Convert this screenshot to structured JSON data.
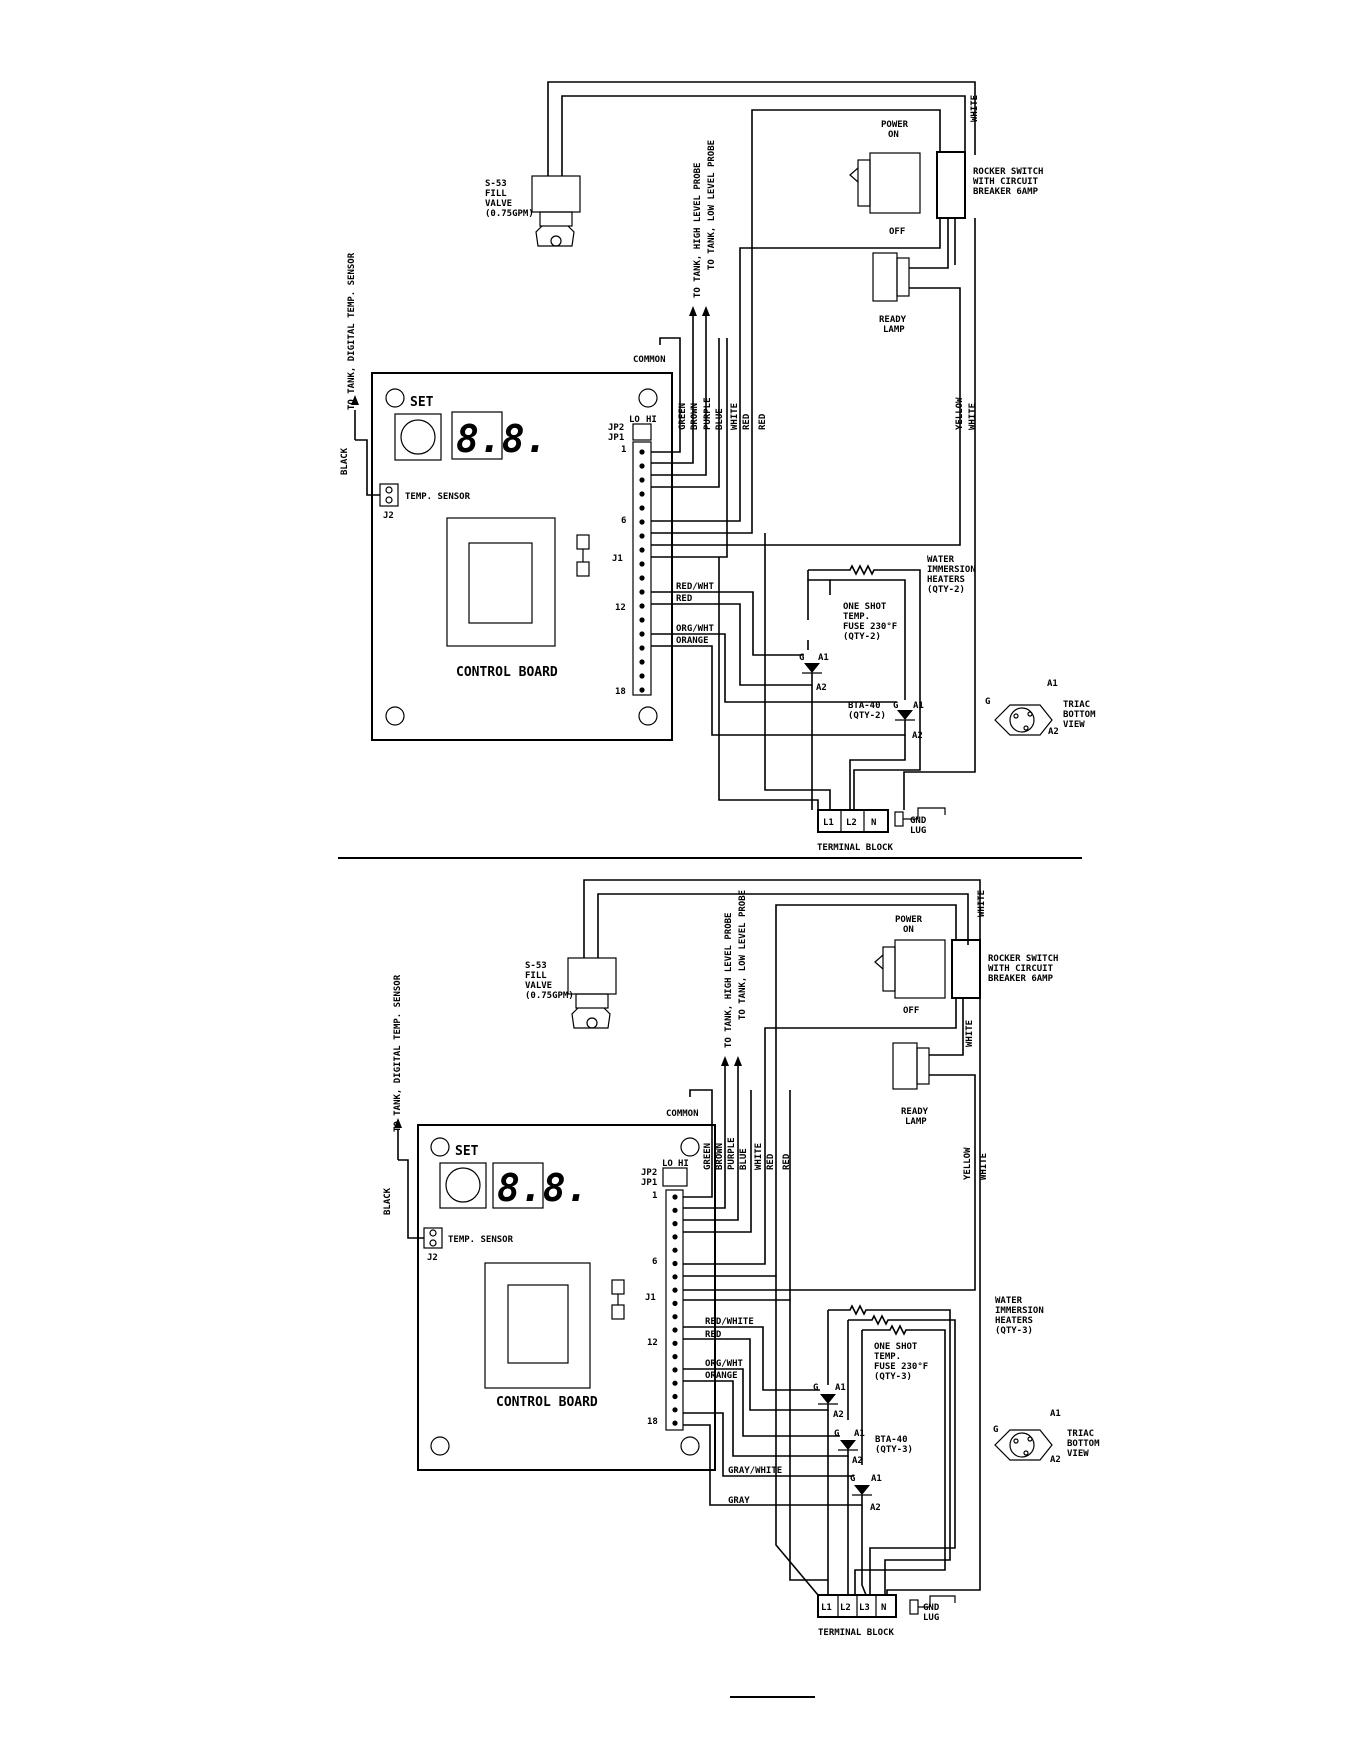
{
  "diagram_top": {
    "common": "COMMON",
    "probe_high": "TO TANK, HIGH LEVEL PROBE",
    "probe_low": "TO TANK, LOW LEVEL PROBE",
    "sensor_wire": "TO TANK, DIGITAL TEMP. SENSOR",
    "black": "BLACK",
    "fill_valve": [
      "S-53",
      "FILL",
      "VALVE",
      "(0.75GPM)"
    ],
    "power_on": [
      "POWER",
      "ON"
    ],
    "off": "OFF",
    "rocker": [
      "ROCKER SWITCH",
      "WITH CIRCUIT",
      "BREAKER 6AMP"
    ],
    "ready_lamp": [
      "READY",
      "LAMP"
    ],
    "white": "WHITE",
    "yellow": "YELLOW",
    "set": "SET",
    "jp2": "JP2",
    "jp1": "JP1",
    "lo": "LO",
    "hi": "HI",
    "pin1": "1",
    "pin6": "6",
    "pin12": "12",
    "pin18": "18",
    "j1": "J1",
    "j2": "J2",
    "temp_sensor": "TEMP. SENSOR",
    "control_board": "CONTROL BOARD",
    "board_wires": [
      "GREEN",
      "BROWN",
      "PURPLE",
      "BLUE",
      "WHITE",
      "RED",
      "RED"
    ],
    "red_wht": "RED/WHT",
    "red": "RED",
    "org_wht": "ORG/WHT",
    "orange": "ORANGE",
    "heaters": [
      "WATER",
      "IMMERSION",
      "HEATERS",
      "(QTY-2)"
    ],
    "fuse": [
      "ONE SHOT",
      "TEMP.",
      "FUSE 230°F",
      "(QTY-2)"
    ],
    "bta": [
      "BTA-40",
      "(QTY-2)"
    ],
    "g": "G",
    "a1": "A1",
    "a2": "A2",
    "triac": [
      "TRIAC",
      "BOTTOM",
      "VIEW"
    ],
    "terminals": [
      "L1",
      "L2",
      "N"
    ],
    "terminal_block": "TERMINAL BLOCK",
    "gnd_lug": [
      "GND",
      "LUG"
    ]
  },
  "diagram_bottom": {
    "common": "COMMON",
    "probe_high": "TO TANK, HIGH LEVEL PROBE",
    "probe_low": "TO TANK, LOW LEVEL PROBE",
    "sensor_wire": "TO TANK, DIGITAL TEMP. SENSOR",
    "black": "BLACK",
    "fill_valve": [
      "S-53",
      "FILL",
      "VALVE",
      "(0.75GPM)"
    ],
    "power_on": [
      "POWER",
      "ON"
    ],
    "off": "OFF",
    "rocker": [
      "ROCKER SWITCH",
      "WITH CIRCUIT",
      "BREAKER 6AMP"
    ],
    "ready_lamp": [
      "READY",
      "LAMP"
    ],
    "white": "WHITE",
    "yellow": "YELLOW",
    "set": "SET",
    "jp2": "JP2",
    "jp1": "JP1",
    "lo": "LO",
    "hi": "HI",
    "pin1": "1",
    "pin6": "6",
    "pin12": "12",
    "pin18": "18",
    "j1": "J1",
    "j2": "J2",
    "temp_sensor": "TEMP. SENSOR",
    "control_board": "CONTROL BOARD",
    "board_wires": [
      "GREEN",
      "BROWN",
      "PURPLE",
      "BLUE",
      "WHITE",
      "RED",
      "RED"
    ],
    "red_white": "RED/WHITE",
    "red": "RED",
    "org_wht": "ORG/WHT",
    "orange": "ORANGE",
    "gray_white": "GRAY/WHITE",
    "gray": "GRAY",
    "heaters": [
      "WATER",
      "IMMERSION",
      "HEATERS",
      "(QTY-3)"
    ],
    "fuse": [
      "ONE SHOT",
      "TEMP.",
      "FUSE 230°F",
      "(QTY-3)"
    ],
    "bta": [
      "BTA-40",
      "(QTY-3)"
    ],
    "g": "G",
    "a1": "A1",
    "a2": "A2",
    "triac": [
      "TRIAC",
      "BOTTOM",
      "VIEW"
    ],
    "terminals": [
      "L1",
      "L2",
      "L3",
      "N"
    ],
    "terminal_block": "TERMINAL BLOCK",
    "gnd_lug": [
      "GND",
      "LUG"
    ]
  }
}
